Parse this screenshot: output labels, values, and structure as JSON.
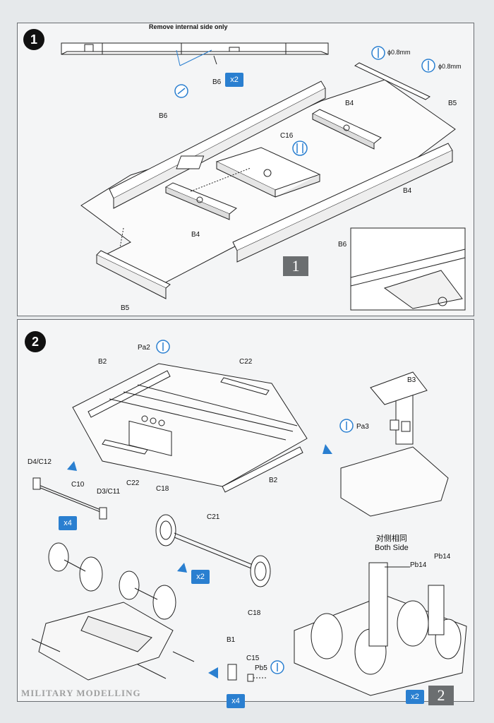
{
  "step1": {
    "number": "1",
    "note": "Remove internal side only",
    "qty_label": "x2",
    "step_box": "1",
    "drill_a": "ϕ0.8mm",
    "drill_b": "ϕ0.8mm",
    "parts": {
      "b6_top": "B6",
      "b6_left": "B6",
      "b6_right": "B6",
      "b4_top": "B4",
      "b4_right": "B4",
      "b4_bottom": "B4",
      "b5_right": "B5",
      "b5_left": "B5",
      "c16": "C16"
    }
  },
  "step2": {
    "number": "2",
    "step_box": "2",
    "both_side_cn": "对侧相同",
    "both_side_en": "Both Side",
    "qty_axle": "x4",
    "qty_wheel": "x2",
    "qty_bottom_left": "x4",
    "qty_bottom_right": "x2",
    "parts": {
      "pa2": "Pa2",
      "b2_top": "B2",
      "c22_top": "C22",
      "c22_bottom": "C22",
      "b2_bottom": "B2",
      "b3": "B3",
      "pa3": "Pa3",
      "d4c12": "D4/C12",
      "c10": "C10",
      "d3c11": "D3/C11",
      "c18_top": "C18",
      "c21": "C21",
      "c18_bottom": "C18",
      "pb14_a": "Pb14",
      "pb14_b": "Pb14",
      "b1": "B1",
      "c15": "C15",
      "pb5": "Pb5"
    }
  },
  "watermark": "MILITARY MODELLING",
  "colors": {
    "accent": "#2a7fd0",
    "ink": "#1a1a1a",
    "panel": "#f4f5f6"
  },
  "icons": [
    "flip-side-icon",
    "turn-over-icon",
    "assembly-arrow-icon"
  ]
}
